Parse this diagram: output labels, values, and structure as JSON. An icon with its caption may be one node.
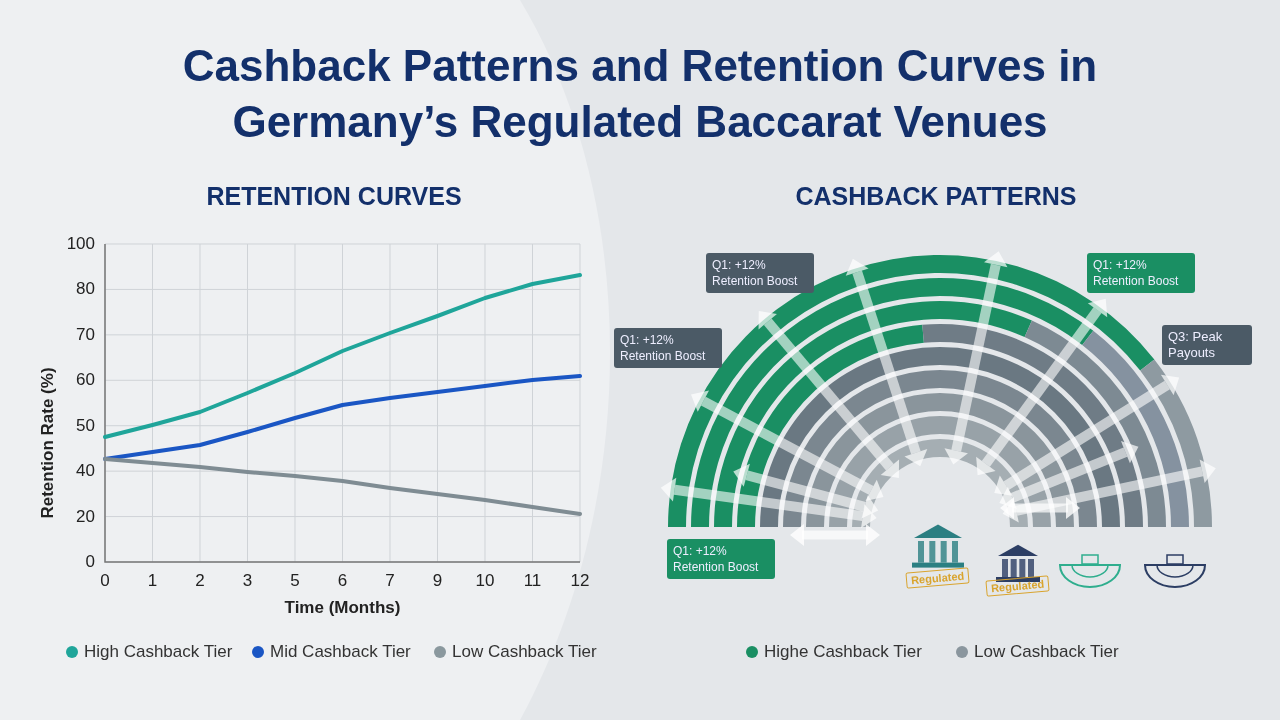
{
  "diagram": {
    "title": "Cashback Patterns and Retention Curves in Germany’s Regulated Baccarat Venues",
    "labels": [
      "RETENTION CURVES",
      "CASHBACK PATTERNS",
      "Q1: +12% Retention Boost",
      "Q1: +12% Retention Boost",
      "Q1: +12% Retention Boost",
      "Q3: Peak Payouts",
      "Q1: +12% Retention Boost",
      "Regulated",
      "Regulated",
      "100",
      "80",
      "70",
      "60",
      "50",
      "40",
      "20",
      "0",
      "Retention Rate (%)",
      "0",
      "1",
      "2",
      "3",
      "5",
      "6",
      "7",
      "9",
      "10",
      "11",
      "12",
      "Time (Months)"
    ],
    "legend": [
      {
        "text": "High Cashback Tier",
        "color": "#1fa59a"
      },
      {
        "text": "Mid Cashback Tier",
        "color": "#1a56c4"
      },
      {
        "text": "Low Cashback Tier",
        "color": "#8a989e"
      },
      {
        "text": "Highe Cashback Tier",
        "color": "#1a8f63"
      },
      {
        "text": "Low Cashback Tier",
        "color": "#8a969e"
      }
    ]
  }
}
